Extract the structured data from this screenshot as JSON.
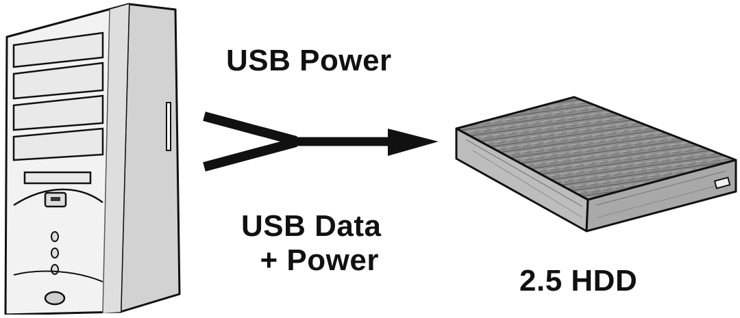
{
  "diagram": {
    "labels": {
      "usb_power": "USB Power",
      "usb_data_line1": "USB Data",
      "usb_data_line2": "+ Power",
      "hdd": "2.5 HDD"
    },
    "nodes": [
      {
        "id": "pc",
        "shape": "desktop-tower-computer"
      },
      {
        "id": "hdd",
        "shape": "external-hard-drive"
      }
    ],
    "edges": [
      {
        "from": "pc",
        "to": "hdd",
        "label": "USB Power"
      },
      {
        "from": "pc",
        "to": "hdd",
        "label": "USB Data + Power"
      }
    ],
    "colors": {
      "ink": "#111111",
      "case": "#f1f1f1",
      "case_shade": "#cfcfcf",
      "drive_top": "#8a8a8a",
      "drive_side": "#bdbdbd"
    }
  }
}
